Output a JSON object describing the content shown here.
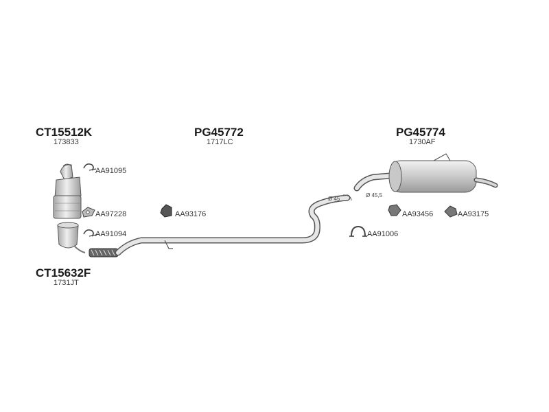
{
  "groups": {
    "cat_top": {
      "code": "CT15512K",
      "ref": "173833"
    },
    "mid_pipe": {
      "code": "PG45772",
      "ref": "1717LC"
    },
    "rear_box": {
      "code": "PG45774",
      "ref": "1730AF"
    },
    "cat_bottom": {
      "code": "CT15632F",
      "ref": "1731JT"
    }
  },
  "parts": {
    "clamp_top": "AA91095",
    "gasket": "AA97228",
    "clamp_bottom": "AA91094",
    "mount_mid": "AA93176",
    "clamp_rear": "AA91006",
    "mount_rear_1": "AA93456",
    "mount_rear_2": "AA93175"
  },
  "dimensions": {
    "pipe_diameter_1": "Ø 45",
    "pipe_diameter_2": "Ø 45,5"
  }
}
